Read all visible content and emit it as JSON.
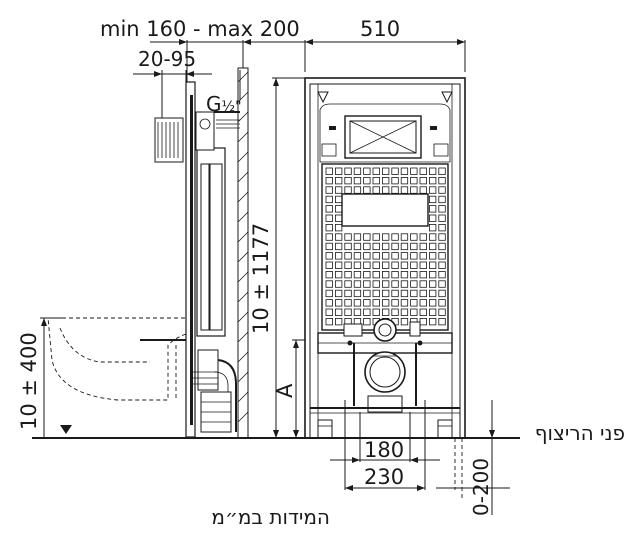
{
  "dimensions": {
    "depth_range": "min 160 - max 200",
    "frame_width": "510",
    "pipe_adjust": "20-95",
    "thread": "G",
    "thread_fraction": "½\"",
    "frame_height": "10 ± 1177",
    "bowl_height": "10 ± 400",
    "flush_height": "A",
    "spacing_inner": "180",
    "spacing_outer": "230",
    "floor_range": "0-200"
  },
  "labels": {
    "floor_level": "פני הריצוף",
    "units_note": "המידות במ״מ"
  },
  "colors": {
    "line": "#1a1a1a",
    "background": "#ffffff"
  }
}
